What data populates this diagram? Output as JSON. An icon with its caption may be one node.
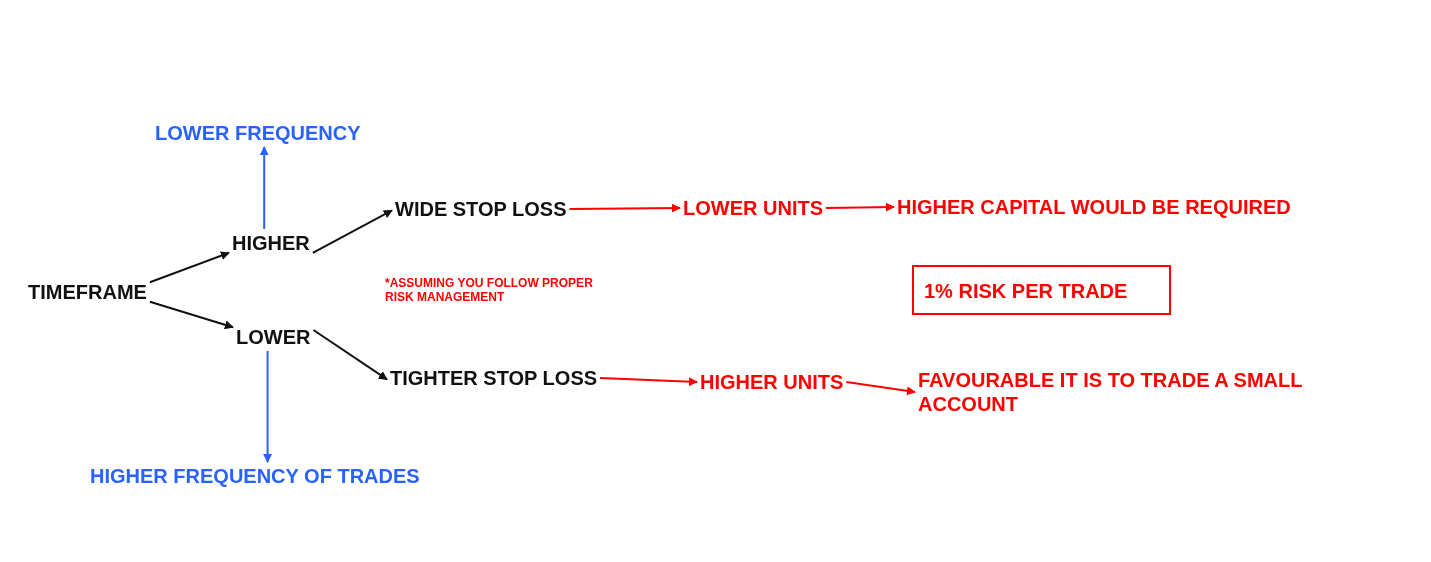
{
  "diagram": {
    "nodes": [
      {
        "text": [
          "TIMEFRAME"
        ]
      },
      {
        "text": [
          "HIGHER"
        ]
      },
      {
        "text": [
          "LOWER"
        ]
      },
      {
        "text": [
          "LOWER FREQUENCY"
        ]
      },
      {
        "text": [
          "HIGHER FREQUENCY OF TRADES"
        ]
      },
      {
        "text": [
          "WIDE STOP LOSS"
        ]
      },
      {
        "text": [
          "TIGHTER STOP LOSS"
        ]
      },
      {
        "text": [
          "LOWER UNITS"
        ]
      },
      {
        "text": [
          "HIGHER CAPITAL WOULD BE REQUIRED"
        ]
      },
      {
        "text": [
          "HIGHER UNITS"
        ]
      },
      {
        "text": [
          "FAVOURABLE IT IS TO TRADE A SMALL ACCOUNT"
        ]
      },
      {
        "text": [
          "1% RISK PER TRADE"
        ]
      }
    ],
    "edges": [
      {
        "from": 0,
        "to": 1,
        "arrow": "to"
      },
      {
        "from": 0,
        "to": 2,
        "arrow": "to"
      },
      {
        "from": 1,
        "to": 3,
        "arrow": "to",
        "color": "#2962ff"
      },
      {
        "from": 2,
        "to": 4,
        "arrow": "to",
        "color": "#2962ff"
      },
      {
        "from": 1,
        "to": 5,
        "arrow": "to"
      },
      {
        "from": 2,
        "to": 6,
        "arrow": "to"
      },
      {
        "from": 5,
        "to": 7,
        "arrow": "to",
        "color": "#ff0000"
      },
      {
        "from": 7,
        "to": 8,
        "arrow": "to",
        "color": "#ff0000"
      },
      {
        "from": 6,
        "to": 9,
        "arrow": "to",
        "color": "#ff0000"
      },
      {
        "from": 9,
        "to": 10,
        "arrow": "to",
        "color": "#ff0000"
      }
    ],
    "labels": [
      "*ASSUMING YOU FOLLOW PROPER RISK MANAGEMENT"
    ]
  }
}
